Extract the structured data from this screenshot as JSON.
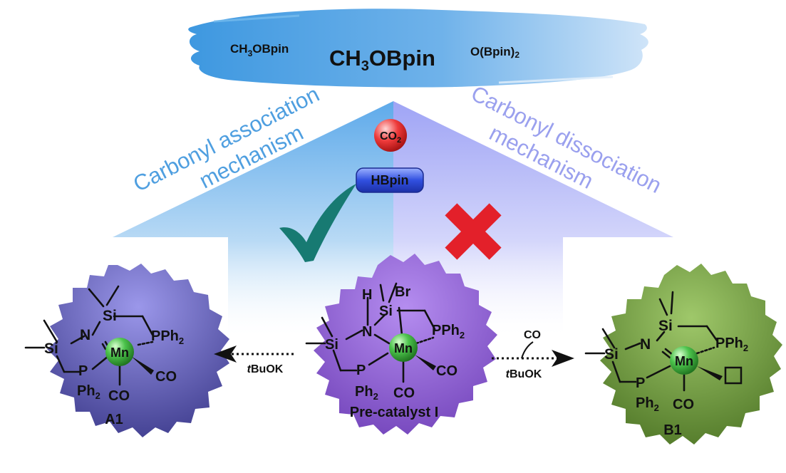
{
  "colors": {
    "banner": "#3d9ae0",
    "left_panel": "#7ab8ea",
    "right_panel": "#aeb4f6",
    "check": "#177a72",
    "cross": "#e3202a",
    "co2_ball": "#e32a2a",
    "hbpin_pill": "#2a3fd0",
    "a1_disk": "#5a57b5",
    "precat_disk": "#8d60d4",
    "b1_disk": "#6f9a3c",
    "mn_ball": "#2e9a2e"
  },
  "banner": {
    "left": "CH3OBpin",
    "center": "CH3OBpin",
    "right": "O(Bpin)2"
  },
  "mechanism": {
    "left_line1": "Carbonyl association",
    "left_line2": "mechanism",
    "right_line1": "Carbonyl dissociation",
    "right_line2": "mechanism"
  },
  "reagents": {
    "co2": "CO2",
    "hbpin": "HBpin"
  },
  "outcomes": {
    "left": "check-icon",
    "right": "cross-icon"
  },
  "arrows": {
    "left_reagent": "tBuOK",
    "right_reagent": "tBuOK",
    "right_byproduct": "CO"
  },
  "complexes": {
    "a1": {
      "label": "A1",
      "atoms": {
        "si1": "Si",
        "si2": "Si",
        "n": "N",
        "mn": "Mn",
        "pph2_top": "PPh2",
        "p_bottom": "P",
        "ph2": "Ph2",
        "co1": "CO",
        "co2": "CO"
      }
    },
    "precatalyst": {
      "label": "Pre-catalyst I",
      "atoms": {
        "h": "H",
        "si1": "Si",
        "si2": "Si",
        "br": "Br",
        "n": "N",
        "mn": "Mn",
        "pph2_top": "PPh2",
        "p_bottom": "P",
        "ph2": "Ph2",
        "co1": "CO",
        "co2": "CO"
      }
    },
    "b1": {
      "label": "B1",
      "atoms": {
        "si1": "Si",
        "si2": "Si",
        "n": "N",
        "mn": "Mn",
        "pph2_top": "PPh2",
        "p_bottom": "P",
        "ph2": "Ph2",
        "co1": "CO"
      }
    }
  }
}
